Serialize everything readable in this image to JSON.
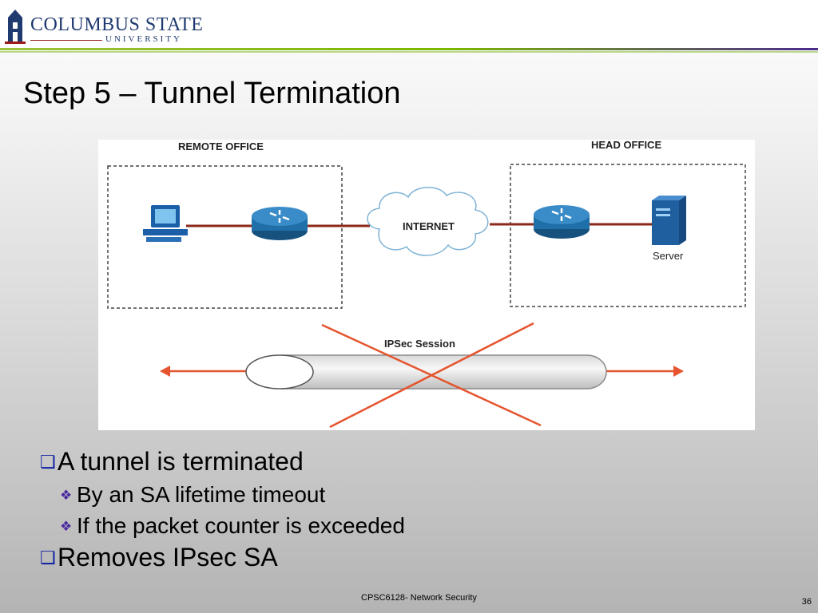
{
  "header": {
    "logo_top": "COLUMBUS STATE",
    "logo_bottom": "UNIVERSITY",
    "band_colors": [
      "#7ab800",
      "#4b2a8c"
    ]
  },
  "title": "Step 5 – Tunnel Termination",
  "diagram": {
    "remote_office_label": "REMOTE OFFICE",
    "head_office_label": "HEAD OFFICE",
    "internet_label": "INTERNET",
    "server_label": "Server",
    "session_label": "IPSec Session",
    "link_color": "#8b2a1a",
    "cross_color": "#e5542e"
  },
  "bullets": [
    {
      "level": 1,
      "marker": "❑",
      "text": "A tunnel is terminated"
    },
    {
      "level": 2,
      "marker": "❖",
      "text": "By an SA lifetime timeout"
    },
    {
      "level": 2,
      "marker": "❖",
      "text": "If the packet counter is exceeded"
    },
    {
      "level": 1,
      "marker": "❑",
      "text": "Removes IPsec SA"
    }
  ],
  "footer": {
    "course": "CPSC6128- Network Security",
    "page_number": "36"
  }
}
